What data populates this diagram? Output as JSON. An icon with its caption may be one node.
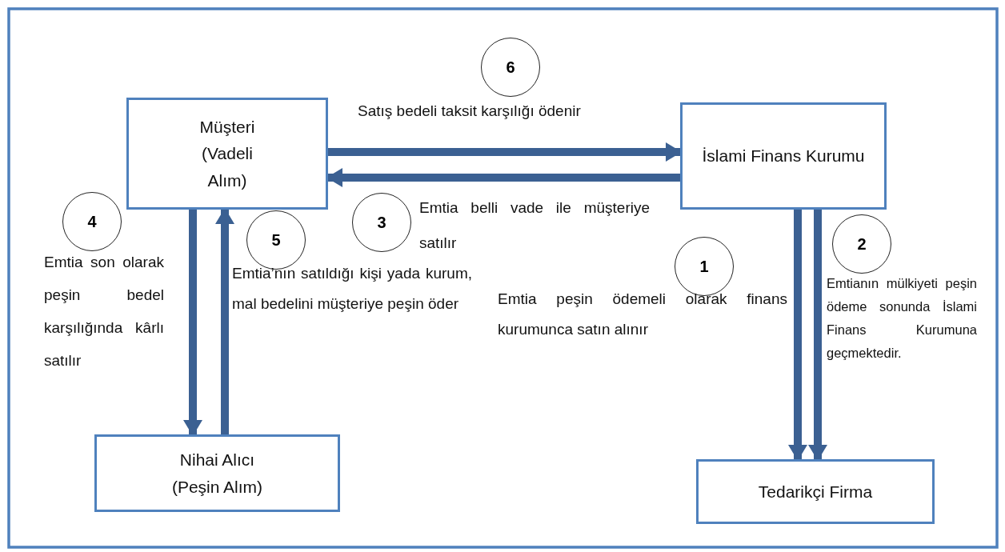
{
  "diagram": {
    "nodes": [
      {
        "text": [
          "Müşteri (Vadeli Alım)"
        ]
      },
      {
        "text": [
          "İslami Finans Kurumu"
        ]
      },
      {
        "text": [
          "Nihai Alıcı (Peşin Alım)"
        ]
      },
      {
        "text": [
          "Tedarikçi Firma"
        ]
      },
      {
        "text": [
          "6"
        ]
      },
      {
        "text": [
          "4"
        ]
      },
      {
        "text": [
          "5"
        ]
      },
      {
        "text": [
          "3"
        ]
      },
      {
        "text": [
          "1"
        ]
      },
      {
        "text": [
          "2"
        ]
      }
    ],
    "edges": [
      {
        "from": 0,
        "to": 1,
        "arrow": "to"
      },
      {
        "from": 1,
        "to": 0,
        "arrow": "to"
      },
      {
        "from": 0,
        "to": 2,
        "arrow": "to"
      },
      {
        "from": 2,
        "to": 0,
        "arrow": "to"
      },
      {
        "from": 1,
        "to": 3,
        "arrow": "to"
      },
      {
        "from": 1,
        "to": 3,
        "arrow": "to"
      }
    ],
    "labels": [
      "Satış bedeli taksit karşılığı ödenir",
      "Emtia belli vade ile müşteriye satılır",
      "Emtia son olarak peşin bedel karşılığında kârlı satılır",
      "Emtia’nın satıldığı kişi yada kurum, mal bedelini müşteriye peşin öder",
      "Emtia peşin ödemeli olarak finans kurumunca satın alınır",
      "Emtianın mülkiyeti peşin ödeme sonunda İslami Finans Kurumuna geçmektedir."
    ]
  }
}
